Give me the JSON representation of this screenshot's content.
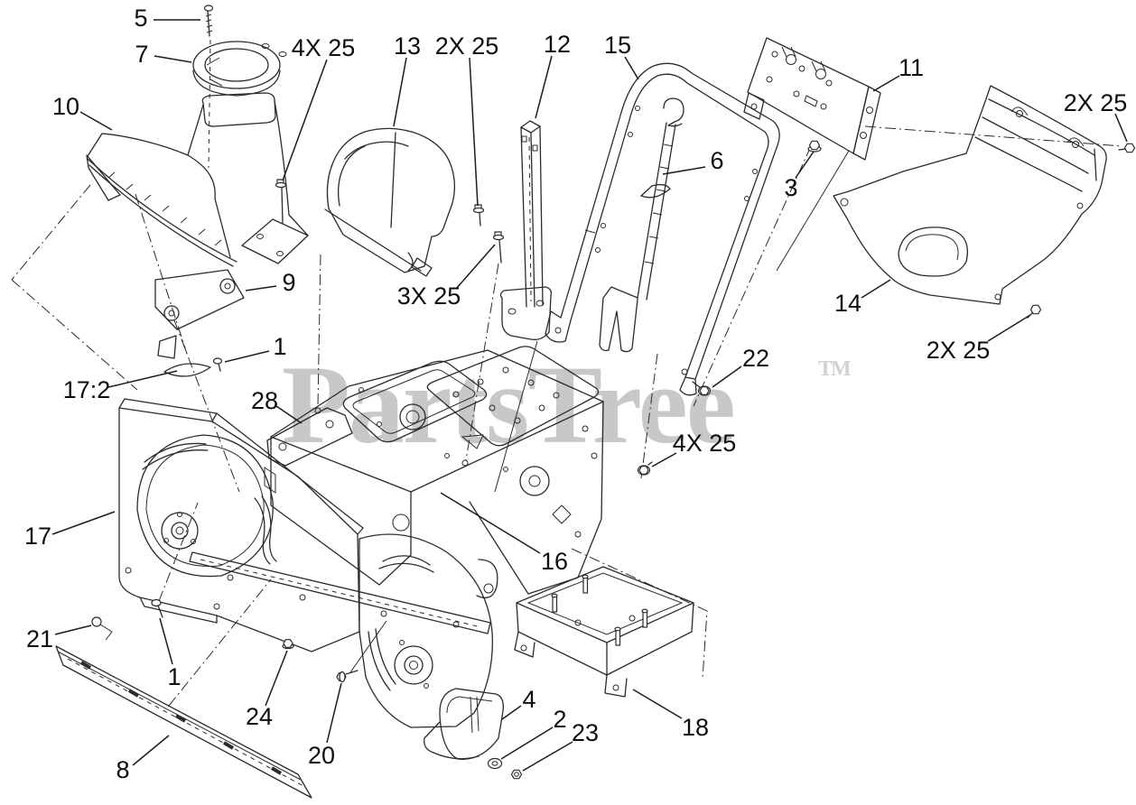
{
  "watermark": {
    "text": "PartsTree",
    "trademark": "TM",
    "color": "#c8c8c8",
    "tm_color": "#d2d2d2"
  },
  "diagram": {
    "ink_color": "#2b2b2b",
    "background": "#ffffff"
  },
  "callouts": [
    {
      "text": "5"
    },
    {
      "text": "7"
    },
    {
      "text": "10"
    },
    {
      "text": "4X 25"
    },
    {
      "text": "13"
    },
    {
      "text": "2X 25"
    },
    {
      "text": "12"
    },
    {
      "text": "15"
    },
    {
      "text": "11"
    },
    {
      "text": "2X 25"
    },
    {
      "text": "6"
    },
    {
      "text": "3"
    },
    {
      "text": "14"
    },
    {
      "text": "2X 25"
    },
    {
      "text": "3X 25"
    },
    {
      "text": "9"
    },
    {
      "text": "1"
    },
    {
      "text": "17:2"
    },
    {
      "text": "28"
    },
    {
      "text": "22"
    },
    {
      "text": "4X 25"
    },
    {
      "text": "17"
    },
    {
      "text": "16"
    },
    {
      "text": "21"
    },
    {
      "text": "1"
    },
    {
      "text": "24"
    },
    {
      "text": "20"
    },
    {
      "text": "8"
    },
    {
      "text": "4"
    },
    {
      "text": "2"
    },
    {
      "text": "23"
    },
    {
      "text": "18"
    }
  ]
}
